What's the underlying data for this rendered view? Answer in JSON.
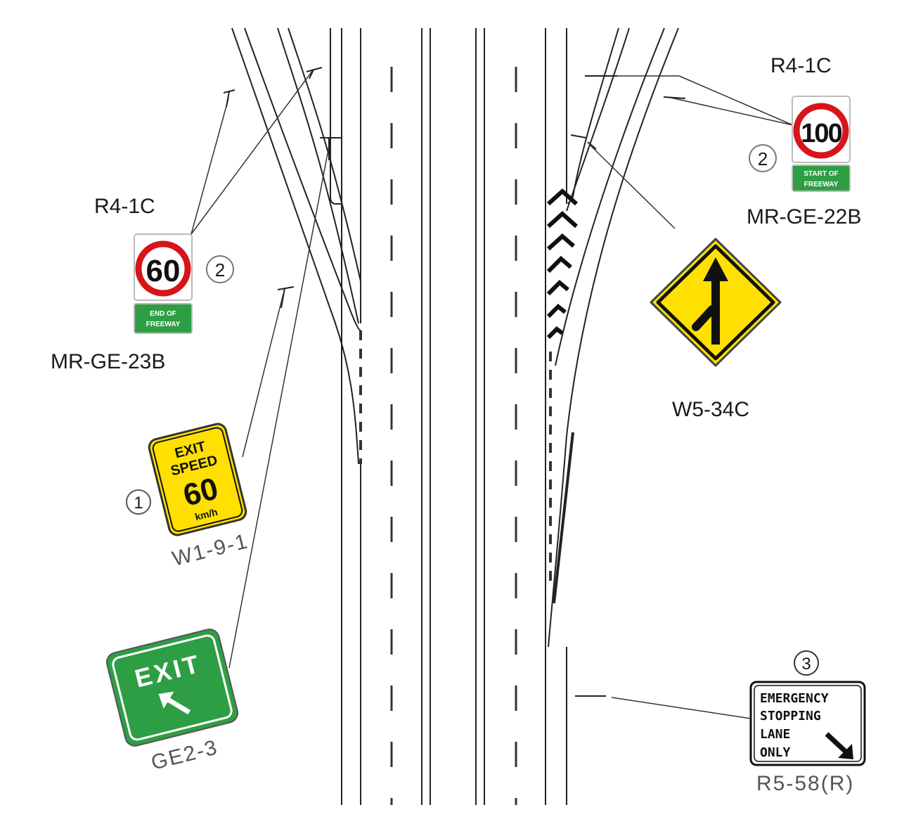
{
  "labels": {
    "r41c_left": "R4-1C",
    "r41c_right": "R4-1C",
    "mrge23b": "MR-GE-23B",
    "mrge22b": "MR-GE-22B",
    "w5_34c": "W5-34C",
    "w1_9_1": "W1-9-1",
    "ge2_3": "GE2-3",
    "r5_58r": "R5-58(R)"
  },
  "callouts": {
    "one": "1",
    "two_left": "2",
    "two_right": "2",
    "three": "3"
  },
  "signs": {
    "speed_60": "60",
    "speed_100": "100",
    "end_of_freeway_1": "END OF",
    "end_of_freeway_2": "FREEWAY",
    "start_of_freeway_1": "START OF",
    "start_of_freeway_2": "FREEWAY",
    "exit_speed_1": "EXIT",
    "exit_speed_2": "SPEED",
    "exit_speed_value": "60",
    "exit_speed_unit": "km/h",
    "exit": "EXIT",
    "esl_1": "EMERGENCY",
    "esl_2": "STOPPING",
    "esl_3": "LANE",
    "esl_4": "ONLY"
  },
  "colors": {
    "regulatory_red": "#d7141a",
    "freeway_green": "#2e9e44",
    "warning_yellow": "#ffe000",
    "line": "#222222"
  }
}
